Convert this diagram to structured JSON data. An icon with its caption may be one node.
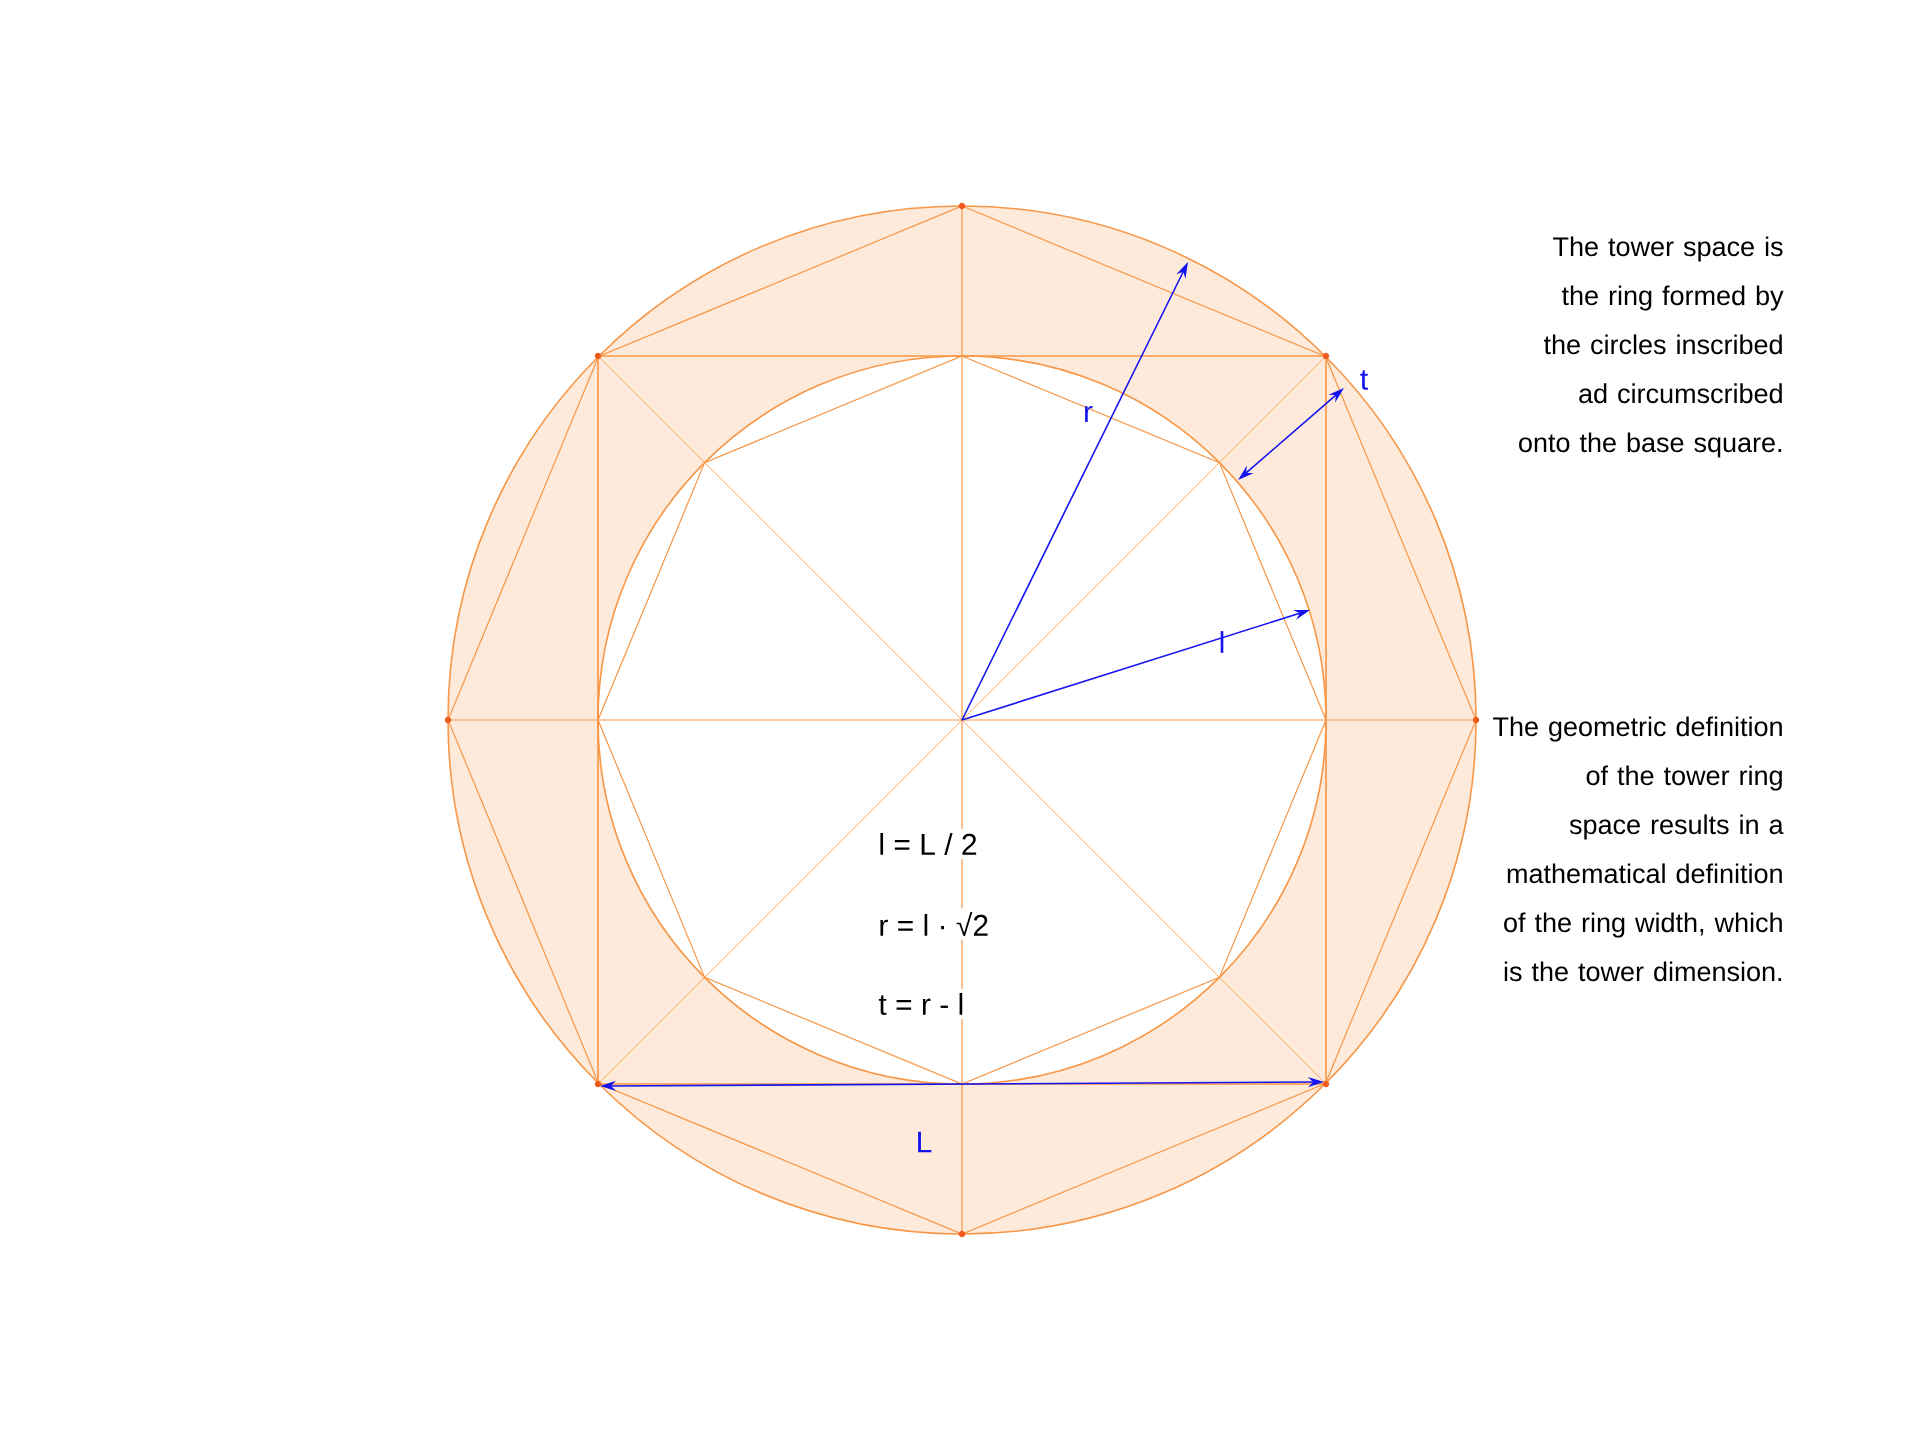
{
  "diagram": {
    "labels": [
      "The tower space is the ring formed by the circles inscribed ad circumscribed onto the base square.",
      "r",
      "t",
      "l",
      "The geometric definition of the tower ring space results in a mathematical definition of the ring width, which is the tower dimension.",
      "l = L / 2",
      "r = l · √2",
      "t = r - l",
      "L"
    ]
  }
}
